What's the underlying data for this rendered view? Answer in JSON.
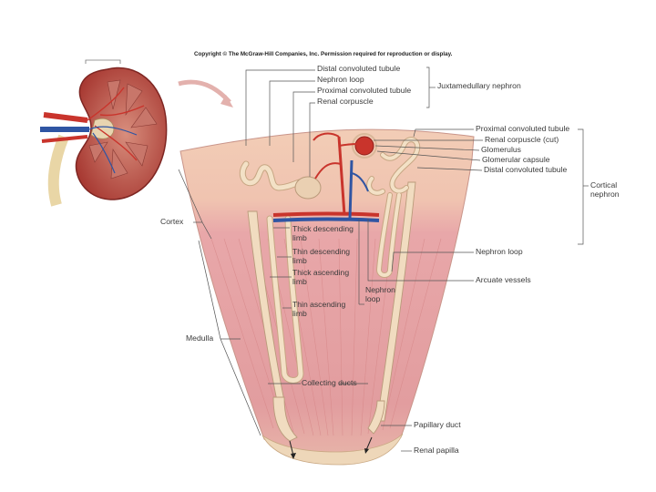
{
  "copyright": "Copyright © The McGraw-Hill Companies, Inc. Permission required for reproduction or display.",
  "labels": {
    "distal_convoluted_tubule": "Distal convoluted tubule",
    "nephron_loop_top": "Nephron loop",
    "proximal_convoluted_tubule": "Proximal convoluted tubule",
    "renal_corpuscle": "Renal corpuscle",
    "juxtamedullary_nephron": "Juxtamedullary nephron",
    "proximal_convoluted_tubule_right": "Proximal convoluted tubule",
    "renal_corpuscle_cut": "Renal corpuscle (cut)",
    "glomerulus": "Glomerulus",
    "glomerular_capsule": "Glomerular capsule",
    "distal_convoluted_tubule_right": "Distal convoluted tubule",
    "cortical_nephron": "Cortical nephron",
    "cortex": "Cortex",
    "medulla": "Medulla",
    "thick_descending_limb": "Thick descending limb",
    "thin_descending_limb": "Thin descending limb",
    "thick_ascending_limb": "Thick ascending limb",
    "thin_ascending_limb": "Thin ascending limb",
    "nephron_loop_mid": "Nephron loop",
    "nephron_loop_right": "Nephron loop",
    "arcuate_vessels": "Arcuate vessels",
    "collecting_ducts": "Collecting ducts",
    "papillary_duct": "Papillary duct",
    "renal_papilla": "Renal papilla"
  },
  "colors": {
    "cortex": "#efc7ae",
    "medulla": "#e6a5a7",
    "tubule": "#f1dcc0",
    "tubule_stroke": "#b99a7a",
    "artery": "#c9342c",
    "vein": "#2f55a3",
    "kidney_outer": "#a8322f",
    "leader": "#555555"
  }
}
